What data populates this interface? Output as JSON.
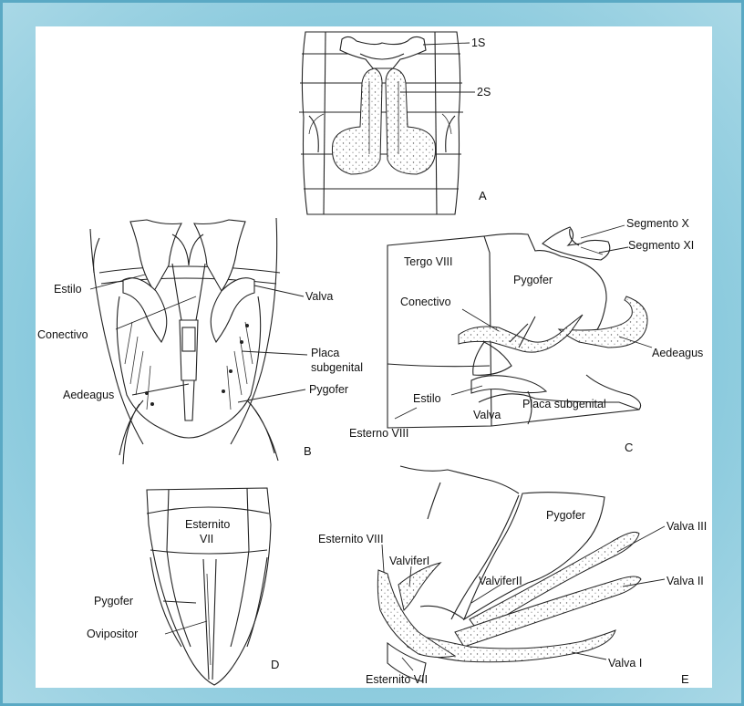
{
  "panels": {
    "a": {
      "letter": "A",
      "labels": {
        "s1": "1S",
        "s2": "2S"
      }
    },
    "b": {
      "letter": "B",
      "labels": {
        "estilo": "Estilo",
        "valva": "Valva",
        "conectivo": "Conectivo",
        "placa_line1": "Placa",
        "placa_line2": "subgenital",
        "aedeagus": "Aedeagus",
        "pygofer": "Pygofer"
      }
    },
    "c": {
      "letter": "C",
      "labels": {
        "segmento_x": "Segmento X",
        "segmento_xi": "Segmento XI",
        "tergo_viii": "Tergo VIII",
        "pygofer": "Pygofer",
        "conectivo": "Conectivo",
        "aedeagus": "Aedeagus",
        "estilo": "Estilo",
        "valva": "Valva",
        "placa_subgenital": "Placa subgenital",
        "esterno_viii": "Esterno VIII"
      }
    },
    "d": {
      "letter": "D",
      "labels": {
        "esternito_line1": "Esternito",
        "esternito_line2": "VII",
        "pygofer": "Pygofer",
        "ovipositor": "Ovipositor"
      }
    },
    "e": {
      "letter": "E",
      "labels": {
        "pygofer": "Pygofer",
        "valva_iii": "Valva III",
        "esternito_viii": "Esternito VIII",
        "valvifer_i": "ValviferI",
        "valvifer_ii": "ValviferII",
        "valva_ii": "Valva II",
        "valva_i": "Valva I",
        "esternito_vii": "Esternito VII"
      }
    }
  }
}
